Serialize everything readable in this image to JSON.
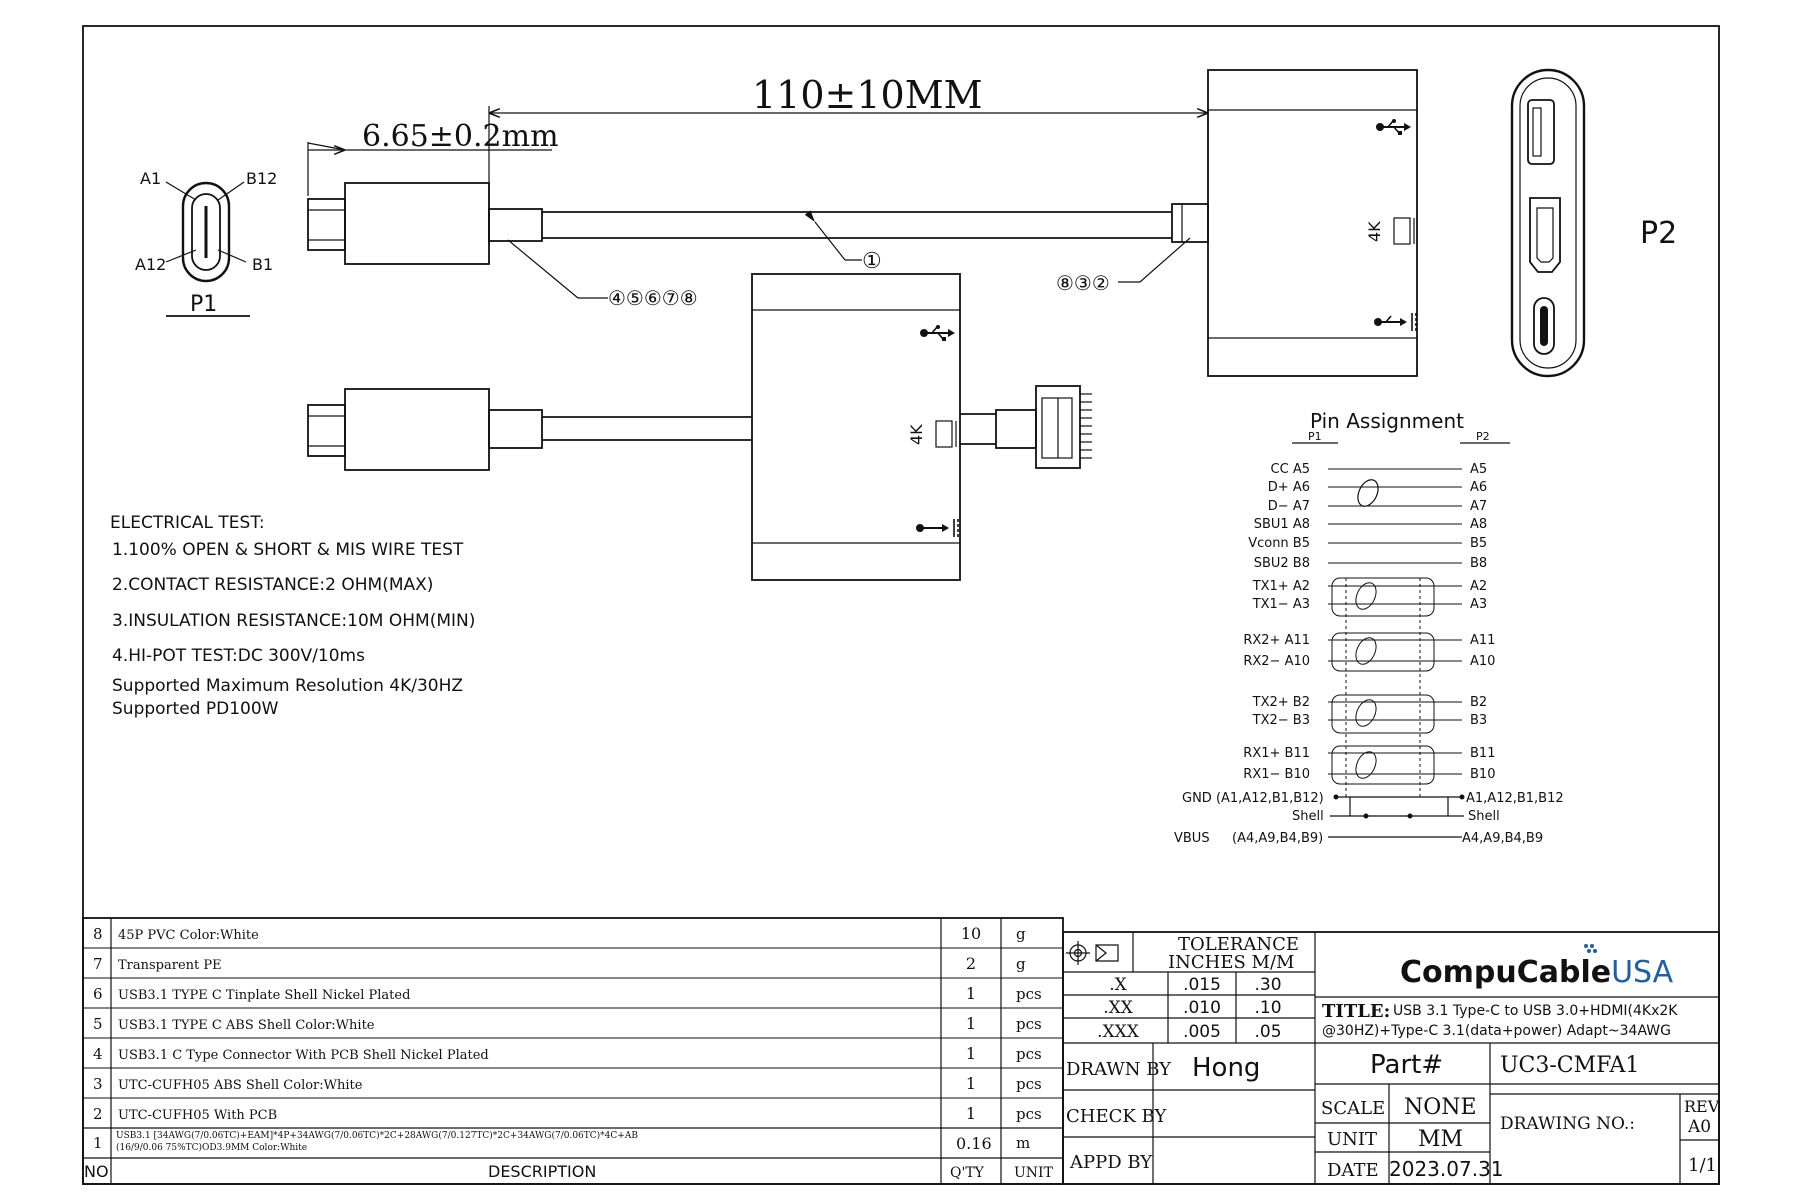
{
  "dimensions": {
    "cable_length": "110±10MM",
    "plug_length": "6.65±0.2mm"
  },
  "connectors": {
    "p1_label": "P1",
    "p2_label": "P2",
    "p1_pins": {
      "top_left": "A1",
      "top_right": "B12",
      "bottom_left": "A12",
      "bottom_right": "B1"
    },
    "port_label_4k": "4K"
  },
  "balloons": {
    "cable": "①",
    "plug": "④⑤⑥⑦⑧",
    "housing": "⑧③②"
  },
  "electrical_test": {
    "title": "ELECTRICAL TEST:",
    "lines": [
      "1.100% OPEN & SHORT & MIS WIRE TEST",
      "2.CONTACT RESISTANCE:2 OHM(MAX)",
      "3.INSULATION RESISTANCE:10M OHM(MIN)",
      "4.HI-POT TEST:DC 300V/10ms",
      "Supported Maximum Resolution 4K/30HZ",
      "Supported PD100W"
    ]
  },
  "pin_assignment": {
    "title": "Pin Assignment",
    "p1_header": "P1",
    "p2_header": "P2",
    "rows": [
      {
        "left": "CC  A5",
        "right": "A5"
      },
      {
        "left": "D+  A6",
        "right": "A6"
      },
      {
        "left": "D−  A7",
        "right": "A7"
      },
      {
        "left": "SBU1  A8",
        "right": "A8"
      },
      {
        "left": "Vconn  B5",
        "right": "B5"
      },
      {
        "left": "SBU2  B8",
        "right": "B8"
      },
      {
        "left": "TX1+  A2",
        "right": "A2"
      },
      {
        "left": "TX1−  A3",
        "right": "A3"
      },
      {
        "left": "RX2+  A11",
        "right": "A11"
      },
      {
        "left": "RX2−  A10",
        "right": "A10"
      },
      {
        "left": "TX2+  B2",
        "right": "B2"
      },
      {
        "left": "TX2−  B3",
        "right": "B3"
      },
      {
        "left": "RX1+  B11",
        "right": "B11"
      },
      {
        "left": "RX1−  B10",
        "right": "B10"
      }
    ],
    "gnd_left": "GND (A1,A12,B1,B12)",
    "gnd_right": "A1,A12,B1,B12",
    "shell_left": "Shell",
    "shell_right": "Shell",
    "vbus_left_a": "VBUS",
    "vbus_left_b": "(A4,A9,B4,B9)",
    "vbus_right": "A4,A9,B4,B9"
  },
  "bom": {
    "rows": [
      {
        "no": "8",
        "desc": "45P PVC Color:White",
        "qty": "10",
        "unit": "g"
      },
      {
        "no": "7",
        "desc": "Transparent PE",
        "qty": "2",
        "unit": "g"
      },
      {
        "no": "6",
        "desc": "USB3.1 TYPE C Tinplate Shell Nickel Plated",
        "qty": "1",
        "unit": "pcs"
      },
      {
        "no": "5",
        "desc": "USB3.1 TYPE C ABS Shell Color:White",
        "qty": "1",
        "unit": "pcs"
      },
      {
        "no": "4",
        "desc": "USB3.1 C Type Connector With PCB Shell Nickel Plated",
        "qty": "1",
        "unit": "pcs"
      },
      {
        "no": "3",
        "desc": "UTC-CUFH05 ABS Shell Color:White",
        "qty": "1",
        "unit": "pcs"
      },
      {
        "no": "2",
        "desc": "UTC-CUFH05 With  PCB",
        "qty": "1",
        "unit": "pcs"
      }
    ],
    "row1": {
      "no": "1",
      "desc_line1": "USB3.1 [34AWG(7/0.06TC)+EAM]*4P+34AWG(7/0.06TC)*2C+28AWG(7/0.127TC)*2C+34AWG(7/0.06TC)*4C+AB",
      "desc_line2": "(16/9/0.06 75%TC)OD3.9MM Color:White",
      "qty": "0.16",
      "unit": "m"
    },
    "header": {
      "no": "NO",
      "desc": "DESCRIPTION",
      "qty": "Q'TY",
      "unit": "UNIT"
    }
  },
  "tolerance": {
    "title_line1": "TOLERANCE",
    "title_line2": "INCHES  M/M",
    "rows": [
      {
        "place": ".X",
        "inches": ".015",
        "mm": ".30"
      },
      {
        "place": ".XX",
        "inches": ".010",
        "mm": ".10"
      },
      {
        "place": ".XXX",
        "inches": ".005",
        "mm": ".05"
      }
    ]
  },
  "title_block": {
    "logo_main": "CompuCable",
    "logo_accent": "USA",
    "title_label": "TITLE:",
    "title_line1": "USB 3.1 Type-C to USB 3.0+HDMI(4Kx2K",
    "title_line2": "@30HZ)+Type-C 3.1(data+power) Adapt~34AWG",
    "drawn_by_label": "DRAWN BY",
    "drawn_by": "Hong",
    "check_by_label": "CHECK BY",
    "appd_by_label": "APPD BY",
    "part_label": "Part#",
    "part_no": "UC3-CMFA1",
    "scale_label": "SCALE",
    "scale": "NONE",
    "unit_label": "UNIT",
    "unit": "MM",
    "date_label": "DATE",
    "date": "2023.07.31",
    "drawing_no_label": "DRAWING NO.:",
    "rev_label": "REV.",
    "rev": "A0",
    "sheet": "1/1"
  },
  "colors": {
    "ink": "#111111",
    "brand_blue": "#1f5fa8"
  }
}
